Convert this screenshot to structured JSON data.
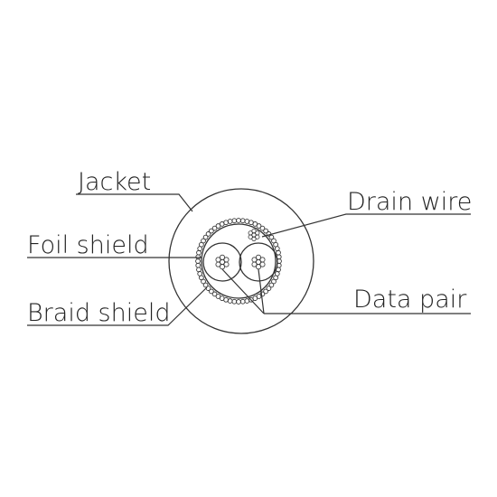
{
  "labels": {
    "jacket": "Jacket",
    "foil_shield": "Foil shield",
    "braid_shield": "Braid shield",
    "drain_wire": "Drain wire",
    "data_pair": "Data pair"
  },
  "colors": {
    "stroke": "#333333",
    "text": "#222222",
    "background": "#ffffff"
  }
}
